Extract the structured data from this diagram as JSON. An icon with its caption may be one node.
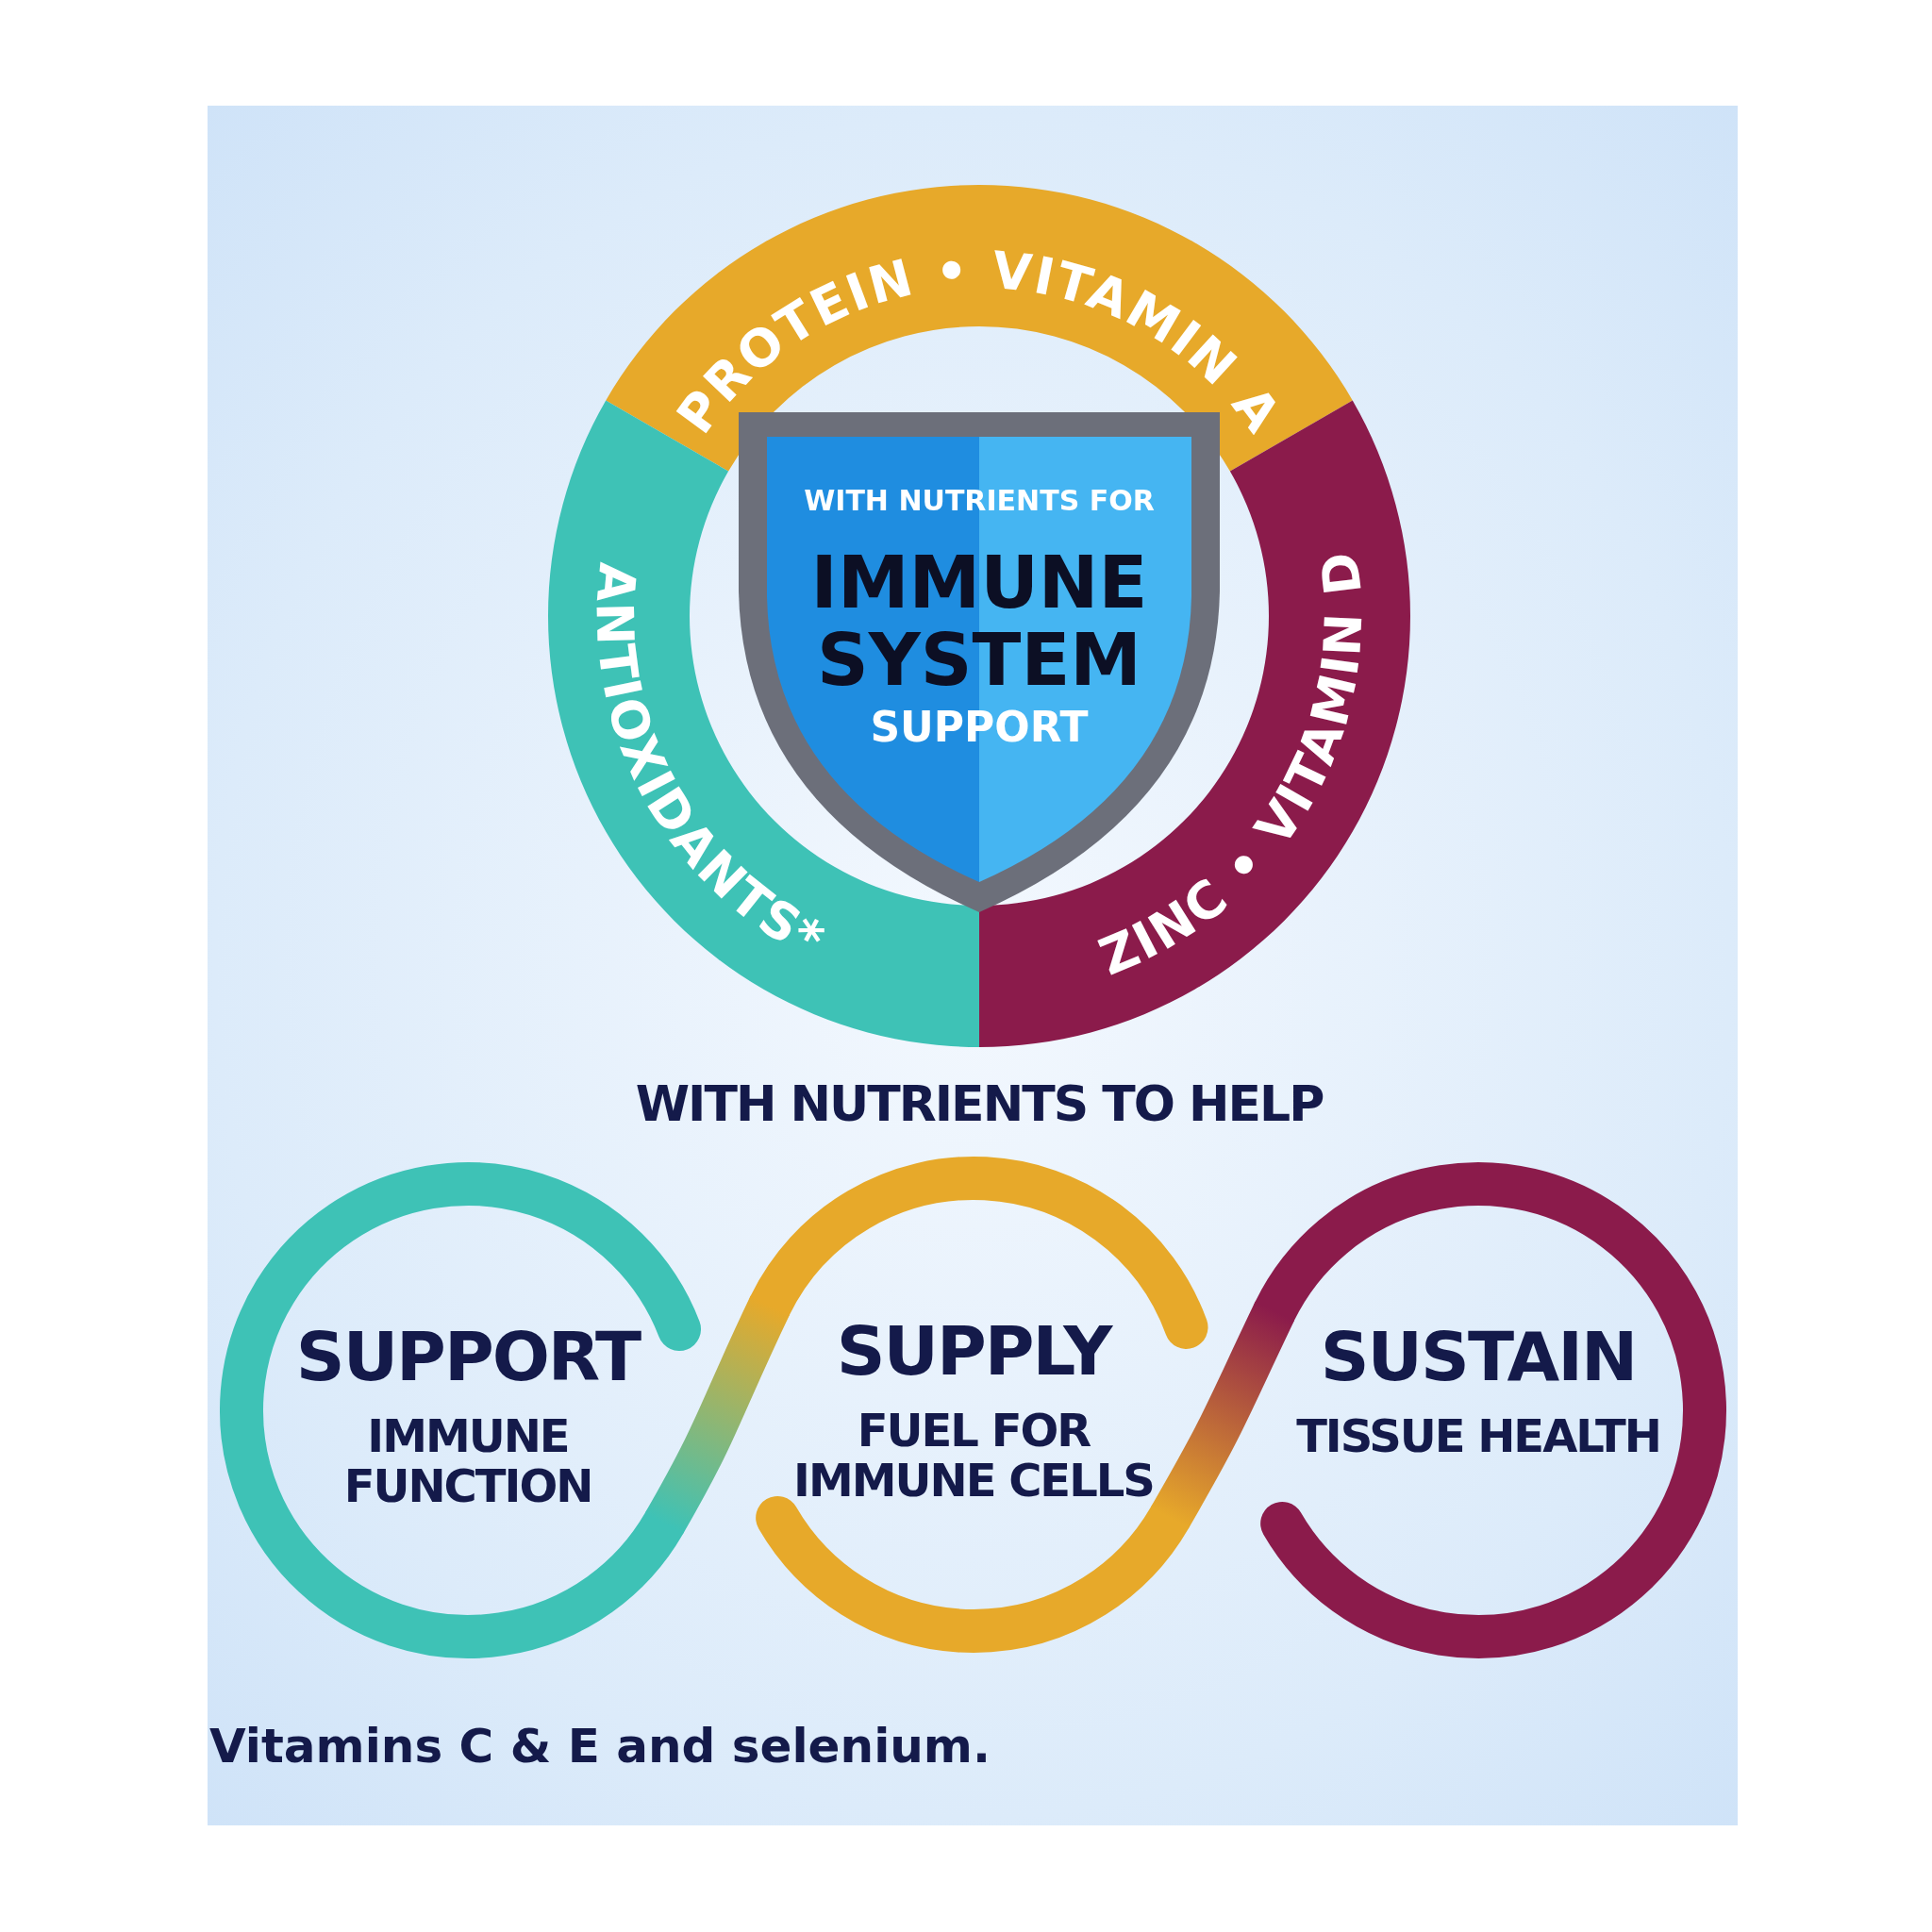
{
  "diagram": {
    "nodes": [
      {
        "text": [
          "PROTEIN • VITAMIN A"
        ]
      },
      {
        "text": [
          "ZINC • VITAMIN D"
        ]
      },
      {
        "text": [
          "ANTIOXIDANTS*"
        ]
      },
      {
        "text": [
          "WITH NUTRIENTS FOR",
          "IMMUNE SYSTEM",
          "SUPPORT"
        ]
      },
      {
        "text": [
          "SUPPORT",
          "IMMUNE FUNCTION"
        ]
      },
      {
        "text": [
          "SUPPLY",
          "FUEL FOR IMMUNE CELLS"
        ]
      },
      {
        "text": [
          "SUSTAIN",
          "TISSUE HEALTH"
        ]
      }
    ],
    "edges": [
      {
        "from": 4,
        "to": 5,
        "arrow": "none"
      },
      {
        "from": 5,
        "to": 6,
        "arrow": "none"
      }
    ],
    "labels": [
      "WITH NUTRIENTS TO HELP",
      "Vitamins C & E and selenium."
    ]
  }
}
